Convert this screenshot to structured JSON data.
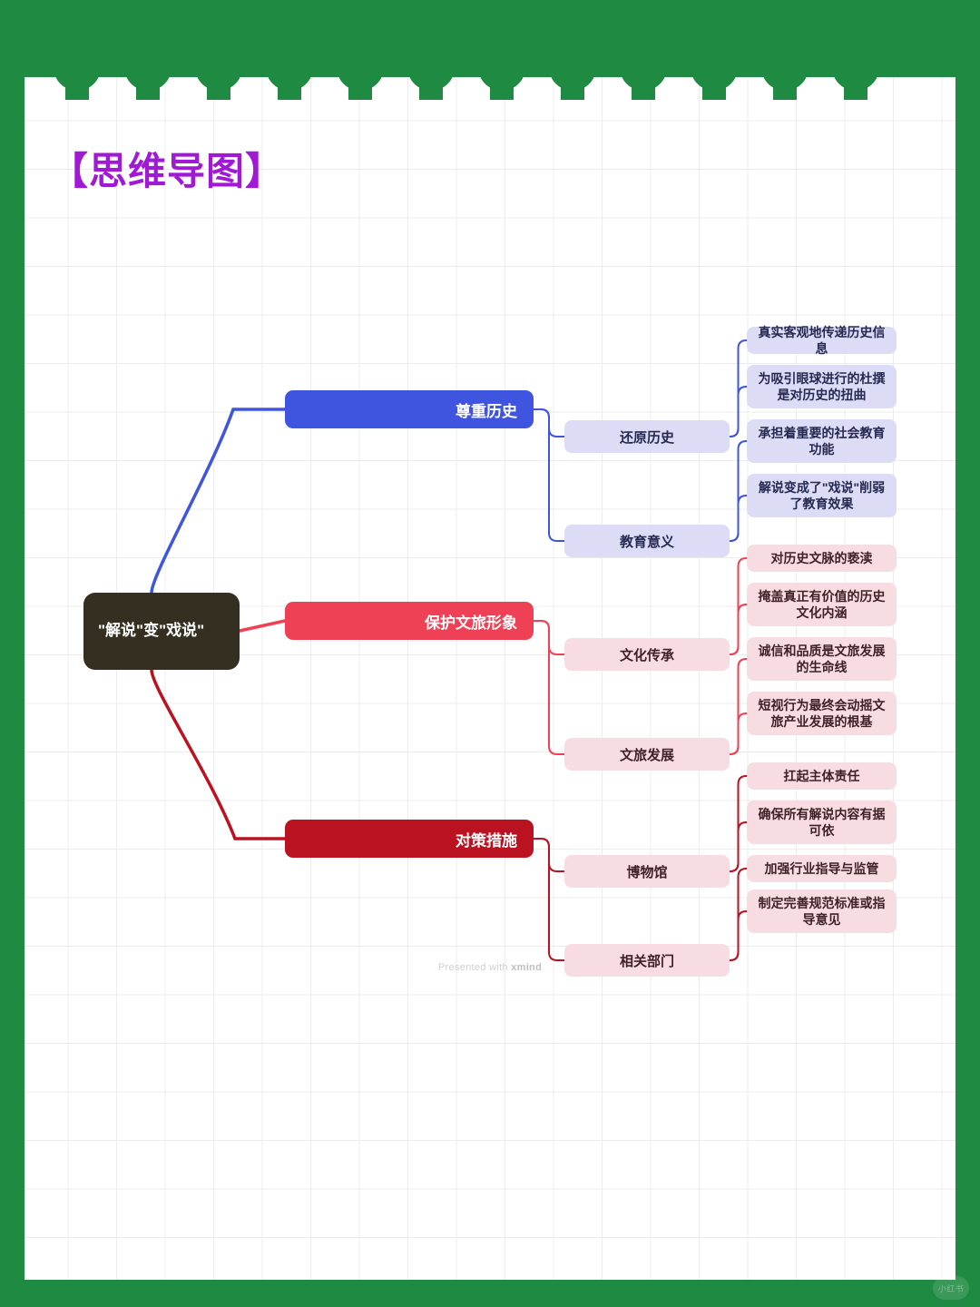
{
  "page": {
    "title": "【思维导图】",
    "title_color": "#a01ad6",
    "border_color": "#1f8a41",
    "paper_color": "#ffffff",
    "grid_color": "#ececec",
    "footer_prefix": "Presented with ",
    "footer_brand": "xmind",
    "watermark": "小红书"
  },
  "mindmap": {
    "central": {
      "label": "\"解说\"变\"戏说\"",
      "color": "#352f22",
      "text_color": "#ffffff"
    },
    "branches": [
      {
        "label": "尊重历史",
        "color": "#4055df",
        "sub_color": "#dcdcf7",
        "leaf_color": "#dcdcf7",
        "children": [
          {
            "label": "还原历史",
            "leaves": [
              "真实客观地传递历史信息",
              "为吸引眼球进行的杜撰是对历史的扭曲"
            ]
          },
          {
            "label": "教育意义",
            "leaves": [
              "承担着重要的社会教育功能",
              "解说变成了\"戏说\"削弱了教育效果"
            ]
          }
        ]
      },
      {
        "label": "保护文旅形象",
        "color": "#ee4155",
        "sub_color": "#f7dde1",
        "leaf_color": "#f7dde1",
        "children": [
          {
            "label": "文化传承",
            "leaves": [
              "对历史文脉的亵渎",
              "掩盖真正有价值的历史文化内涵"
            ]
          },
          {
            "label": "文旅发展",
            "leaves": [
              "诚信和品质是文旅发展的生命线",
              "短视行为最终会动摇文旅产业发展的根基"
            ]
          }
        ]
      },
      {
        "label": "对策措施",
        "color": "#ba1220",
        "sub_color": "#f7dde1",
        "leaf_color": "#f7dde1",
        "children": [
          {
            "label": "博物馆",
            "leaves": [
              "扛起主体责任",
              "确保所有解说内容有据可依"
            ]
          },
          {
            "label": "相关部门",
            "leaves": [
              "加强行业指导与监管",
              "制定完善规范标准或指导意见"
            ]
          }
        ]
      }
    ]
  }
}
